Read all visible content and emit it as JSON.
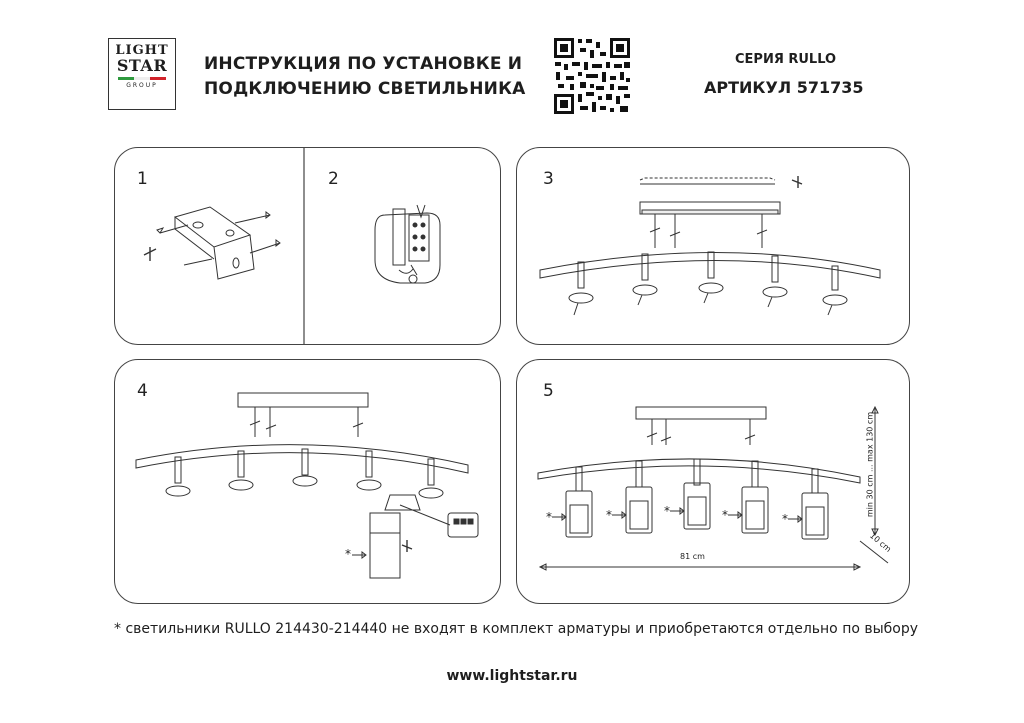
{
  "logo": {
    "line1": "LIGHT",
    "line2": "STAR",
    "line3": "GROUP",
    "flag_colors": [
      "#2e9a3e",
      "#ffffff",
      "#d2232a"
    ]
  },
  "header": {
    "title_line1": "ИНСТРУКЦИЯ ПО УСТАНОВКЕ И",
    "title_line2": "ПОДКЛЮЧЕНИЮ СВЕТИЛЬНИКА",
    "series": "СЕРИЯ RULLO",
    "article": "АРТИКУЛ 571735"
  },
  "steps": [
    {
      "number": "1"
    },
    {
      "number": "2"
    },
    {
      "number": "3"
    },
    {
      "number": "4"
    },
    {
      "number": "5"
    }
  ],
  "dimensions": {
    "width": "81 cm",
    "height": "min 30 cm ... max 130 cm",
    "depth": "10 cm"
  },
  "marks": {
    "asterisk": "*"
  },
  "footnote": "* светильники RULLO 214430-214440 не входят в комплект арматуры и приобретаются отдельно по выбору",
  "website": "www.lightstar.ru"
}
